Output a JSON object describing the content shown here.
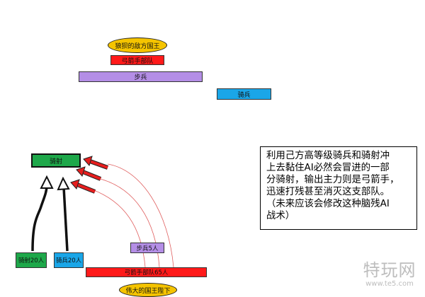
{
  "enemy": {
    "king_label": "狼狈的敌方国王",
    "archer_bar": "弓箭手部队",
    "infantry_bar": "步兵",
    "cavalry_bar": "骑兵"
  },
  "ally": {
    "horse_archer_target": "骑射",
    "horse_archer_unit": "骑射20人",
    "cavalry_unit": "骑兵20人",
    "infantry_unit": "步兵5人",
    "archer_unit": "弓箭手部队65人",
    "king_label": "伟大的国王陛下"
  },
  "note": {
    "lines": [
      "利用己方高等级骑兵和骑射冲",
      "上去黏住AI必然会冒进的一部",
      "分骑射，输出主力则是弓箭手，",
      "迅速打残甚至消灭这支部队。",
      "（未来应该会修改这种脑残AI",
      "战术）"
    ]
  },
  "watermark": {
    "brand": "特玩网",
    "url": "www.te5.com"
  },
  "colors": {
    "red": "#ff1a1a",
    "purple": "#b48ee6",
    "cyan": "#1aa6e8",
    "green": "#1ea84a",
    "yellow": "#f5c400"
  }
}
